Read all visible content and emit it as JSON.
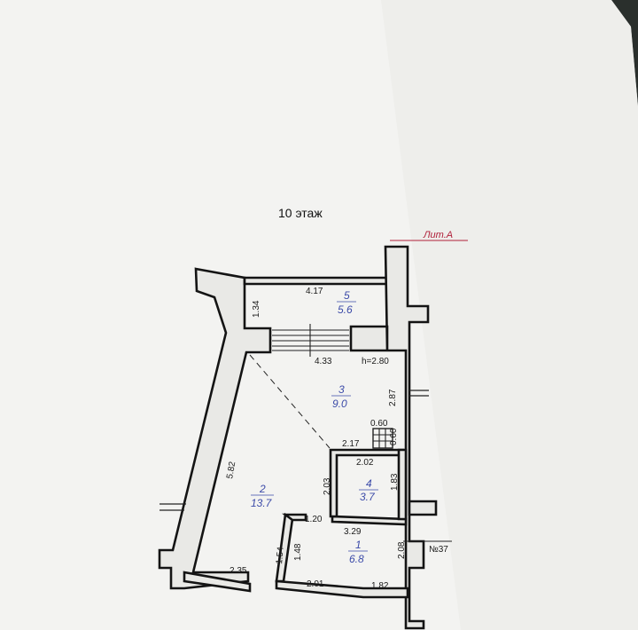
{
  "plan": {
    "floor_title": "10 этаж",
    "lit_label": "Лит.А",
    "apartment_no": "№37",
    "height_note": "h=2.80"
  },
  "rooms": [
    {
      "id": "1",
      "area": "6.8"
    },
    {
      "id": "2",
      "area": "13.7"
    },
    {
      "id": "3",
      "area": "9.0"
    },
    {
      "id": "4",
      "area": "3.7"
    },
    {
      "id": "5",
      "area": "5.6"
    }
  ],
  "dimensions": {
    "d417": "4.17",
    "d134": "1.34",
    "d433": "4.33",
    "d287": "2.87",
    "d060a": "0.60",
    "d060b": "0.60",
    "d217": "2.17",
    "d202": "2.02",
    "d203": "2.03",
    "d183": "1.83",
    "d582": "5.82",
    "d120": "1.20",
    "d329": "3.29",
    "d154": "1.54",
    "d148": "1.48",
    "d208": "2.08",
    "d235": "2.35",
    "d201": "2.01",
    "d182": "1.82"
  },
  "colors": {
    "paper": "#f3f3f1",
    "wall": "#141414",
    "room_label": "#3b4aa8",
    "lit_label": "#b0203a"
  }
}
